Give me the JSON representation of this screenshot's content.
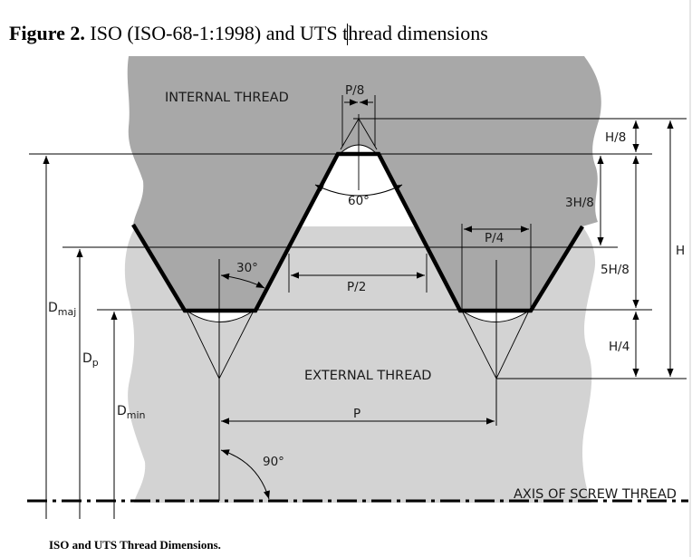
{
  "figure": {
    "label": "Figure 2.",
    "title_part1": " ISO (ISO-68-1:1998) and UTS t",
    "title_part2": "hread dimensions",
    "caption": "ISO and UTS Thread Dimensions."
  },
  "diagram": {
    "colors": {
      "internal_thread": "#a8a8a8",
      "external_thread": "#d3d3d3",
      "outline": "#000000"
    },
    "region_labels": {
      "internal": "INTERNAL THREAD",
      "external": "EXTERNAL THREAD",
      "axis": "AXIS OF SCREW THREAD"
    },
    "dimensions": {
      "p8": "P/8",
      "p4": "P/4",
      "p2": "P/2",
      "p": "P",
      "h8": "H/8",
      "h3_8": "3H/8",
      "h5_8": "5H/8",
      "h4": "H/4",
      "h": "H"
    },
    "angles": {
      "a60": "60°",
      "a30": "30°",
      "a90": "90°"
    },
    "diameters": {
      "dmaj_base": "D",
      "dmaj_sub": "maj",
      "dp_base": "D",
      "dp_sub": "p",
      "dmin_base": "D",
      "dmin_sub": "min"
    }
  }
}
